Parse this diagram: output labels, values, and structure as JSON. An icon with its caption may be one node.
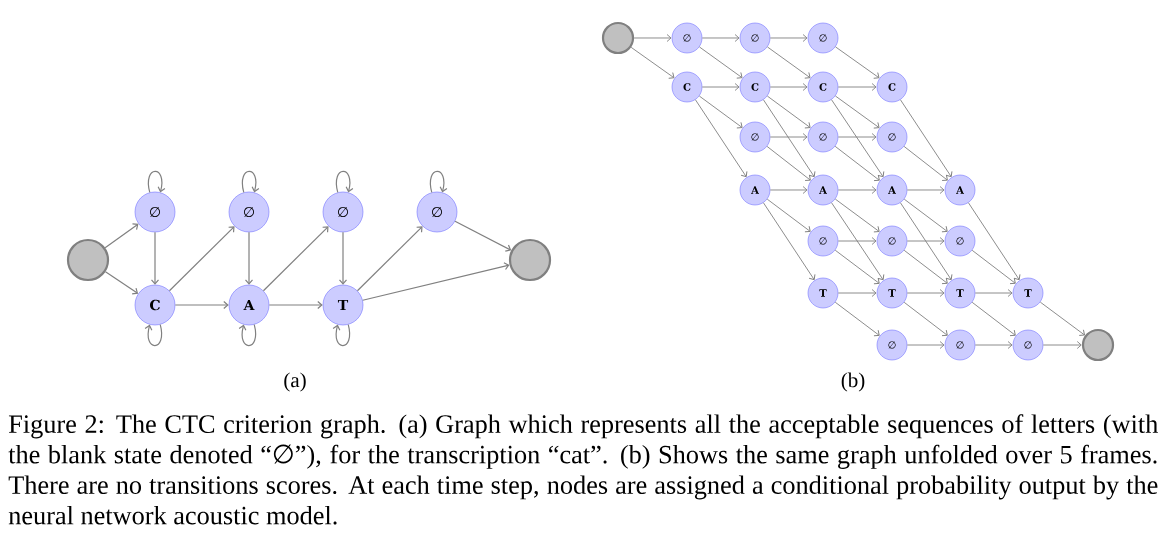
{
  "diagram": {
    "caption": "Figure 2:  The CTC criterion graph. (a) Graph which represents all the acceptable sequences of letters (with the blank state denoted “∅”), for the transcription “cat”. (b) Shows the same graph unfolded over 5 frames. There are no transitions scores. At each time step, nodes are assigned a conditional probability output by the neural network acoustic model.",
    "nodes": [
      {
        "text": [],
        "shape": "circle"
      },
      {
        "text": [
          "∅"
        ]
      },
      {
        "text": [
          "∅"
        ]
      },
      {
        "text": [
          "∅"
        ]
      },
      {
        "text": [
          "∅"
        ]
      },
      {
        "text": [
          "C"
        ]
      },
      {
        "text": [
          "A"
        ]
      },
      {
        "text": [
          "T"
        ]
      },
      {
        "text": [],
        "shape": "circle"
      },
      {
        "text": [],
        "shape": "circle"
      },
      {
        "text": [
          "∅"
        ]
      },
      {
        "text": [
          "∅"
        ]
      },
      {
        "text": [
          "∅"
        ]
      },
      {
        "text": [
          "C"
        ]
      },
      {
        "text": [
          "C"
        ]
      },
      {
        "text": [
          "C"
        ]
      },
      {
        "text": [
          "C"
        ]
      },
      {
        "text": [
          "∅"
        ]
      },
      {
        "text": [
          "∅"
        ]
      },
      {
        "text": [
          "∅"
        ]
      },
      {
        "text": [
          "A"
        ]
      },
      {
        "text": [
          "A"
        ]
      },
      {
        "text": [
          "A"
        ]
      },
      {
        "text": [
          "A"
        ]
      },
      {
        "text": [
          "∅"
        ]
      },
      {
        "text": [
          "∅"
        ]
      },
      {
        "text": [
          "∅"
        ]
      },
      {
        "text": [
          "T"
        ]
      },
      {
        "text": [
          "T"
        ]
      },
      {
        "text": [
          "T"
        ]
      },
      {
        "text": [
          "T"
        ]
      },
      {
        "text": [
          "∅"
        ]
      },
      {
        "text": [
          "∅"
        ]
      },
      {
        "text": [
          "∅"
        ]
      },
      {
        "text": [],
        "shape": "circle"
      }
    ],
    "edges": [
      {
        "from": 0,
        "to": 1,
        "arrow": "to"
      },
      {
        "from": 0,
        "to": 5,
        "arrow": "to"
      },
      {
        "from": 1,
        "to": 1,
        "arrow": "to"
      },
      {
        "from": 1,
        "to": 5,
        "arrow": "to"
      },
      {
        "from": 5,
        "to": 5,
        "arrow": "to"
      },
      {
        "from": 5,
        "to": 2,
        "arrow": "to"
      },
      {
        "from": 5,
        "to": 6,
        "arrow": "to"
      },
      {
        "from": 2,
        "to": 2,
        "arrow": "to"
      },
      {
        "from": 2,
        "to": 6,
        "arrow": "to"
      },
      {
        "from": 6,
        "to": 6,
        "arrow": "to"
      },
      {
        "from": 6,
        "to": 3,
        "arrow": "to"
      },
      {
        "from": 6,
        "to": 7,
        "arrow": "to"
      },
      {
        "from": 3,
        "to": 3,
        "arrow": "to"
      },
      {
        "from": 3,
        "to": 7,
        "arrow": "to"
      },
      {
        "from": 7,
        "to": 7,
        "arrow": "to"
      },
      {
        "from": 7,
        "to": 4,
        "arrow": "to"
      },
      {
        "from": 7,
        "to": 8,
        "arrow": "to"
      },
      {
        "from": 4,
        "to": 4,
        "arrow": "to"
      },
      {
        "from": 4,
        "to": 8,
        "arrow": "to"
      },
      {
        "from": 9,
        "to": 10,
        "arrow": "to"
      },
      {
        "from": 9,
        "to": 13,
        "arrow": "to"
      },
      {
        "from": 10,
        "to": 11,
        "arrow": "to"
      },
      {
        "from": 10,
        "to": 14,
        "arrow": "to"
      },
      {
        "from": 11,
        "to": 12,
        "arrow": "to"
      },
      {
        "from": 11,
        "to": 15,
        "arrow": "to"
      },
      {
        "from": 12,
        "to": 16,
        "arrow": "to"
      },
      {
        "from": 13,
        "to": 14,
        "arrow": "to"
      },
      {
        "from": 13,
        "to": 17,
        "arrow": "to"
      },
      {
        "from": 13,
        "to": 20,
        "arrow": "to"
      },
      {
        "from": 14,
        "to": 15,
        "arrow": "to"
      },
      {
        "from": 14,
        "to": 18,
        "arrow": "to"
      },
      {
        "from": 14,
        "to": 21,
        "arrow": "to"
      },
      {
        "from": 15,
        "to": 16,
        "arrow": "to"
      },
      {
        "from": 15,
        "to": 19,
        "arrow": "to"
      },
      {
        "from": 15,
        "to": 22,
        "arrow": "to"
      },
      {
        "from": 16,
        "to": 23,
        "arrow": "to"
      },
      {
        "from": 17,
        "to": 18,
        "arrow": "to"
      },
      {
        "from": 17,
        "to": 21,
        "arrow": "to"
      },
      {
        "from": 18,
        "to": 19,
        "arrow": "to"
      },
      {
        "from": 18,
        "to": 22,
        "arrow": "to"
      },
      {
        "from": 19,
        "to": 23,
        "arrow": "to"
      },
      {
        "from": 20,
        "to": 21,
        "arrow": "to"
      },
      {
        "from": 20,
        "to": 24,
        "arrow": "to"
      },
      {
        "from": 20,
        "to": 27,
        "arrow": "to"
      },
      {
        "from": 21,
        "to": 22,
        "arrow": "to"
      },
      {
        "from": 21,
        "to": 25,
        "arrow": "to"
      },
      {
        "from": 21,
        "to": 28,
        "arrow": "to"
      },
      {
        "from": 22,
        "to": 23,
        "arrow": "to"
      },
      {
        "from": 22,
        "to": 26,
        "arrow": "to"
      },
      {
        "from": 22,
        "to": 29,
        "arrow": "to"
      },
      {
        "from": 23,
        "to": 30,
        "arrow": "to"
      },
      {
        "from": 24,
        "to": 25,
        "arrow": "to"
      },
      {
        "from": 24,
        "to": 28,
        "arrow": "to"
      },
      {
        "from": 25,
        "to": 26,
        "arrow": "to"
      },
      {
        "from": 25,
        "to": 29,
        "arrow": "to"
      },
      {
        "from": 26,
        "to": 30,
        "arrow": "to"
      },
      {
        "from": 27,
        "to": 28,
        "arrow": "to"
      },
      {
        "from": 27,
        "to": 31,
        "arrow": "to"
      },
      {
        "from": 28,
        "to": 29,
        "arrow": "to"
      },
      {
        "from": 28,
        "to": 32,
        "arrow": "to"
      },
      {
        "from": 29,
        "to": 30,
        "arrow": "to"
      },
      {
        "from": 29,
        "to": 33,
        "arrow": "to"
      },
      {
        "from": 30,
        "to": 34,
        "arrow": "to"
      },
      {
        "from": 31,
        "to": 32,
        "arrow": "to"
      },
      {
        "from": 32,
        "to": 33,
        "arrow": "to"
      },
      {
        "from": 33,
        "to": 34,
        "arrow": "to"
      }
    ],
    "labels": [
      "(a)",
      "(b)"
    ]
  }
}
